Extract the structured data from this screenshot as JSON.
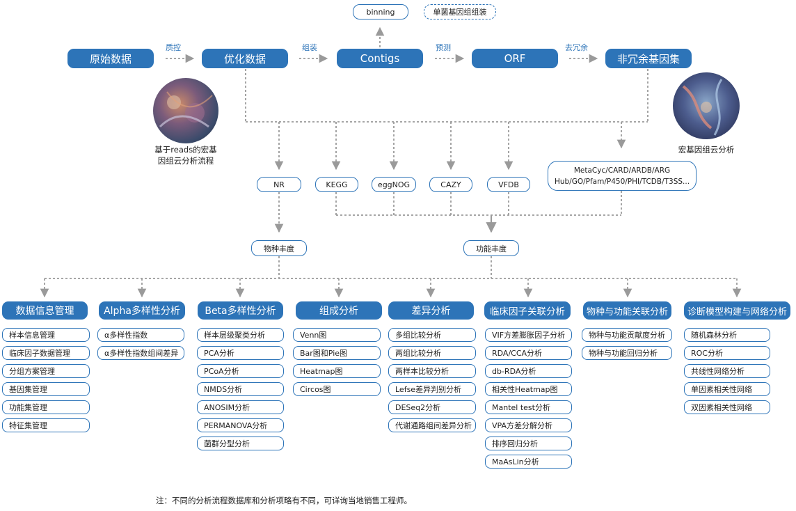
{
  "pipeline": {
    "raw": "原始数据",
    "optimized": "优化数据",
    "contigs": "Contigs",
    "orf": "ORF",
    "nonredundant": "非冗余基因集"
  },
  "arrows": {
    "qc": "质控",
    "assembly": "组装",
    "predict": "预测",
    "dedup": "去冗余"
  },
  "top": {
    "binning": "binning",
    "single": "单菌基因组组装"
  },
  "captions": {
    "left_line1": "基于reads的宏基",
    "left_line2": "因组云分析流程",
    "right": "宏基因组云分析"
  },
  "databases": {
    "nr": "NR",
    "kegg": "KEGG",
    "eggnog": "eggNOG",
    "cazy": "CAZY",
    "vfdb": "VFDB",
    "multi_line1": "MetaCyc/CARD/ARDB/ARG",
    "multi_line2": "Hub/GO/Pfam/P450/PHI/TCDB/T3SS..."
  },
  "abundance": {
    "species": "物种丰度",
    "function": "功能丰度"
  },
  "categories": [
    {
      "title": "数据信息管理",
      "items": [
        "样本信息管理",
        "临床因子数据管理",
        "分组方案管理",
        "基因集管理",
        "功能集管理",
        "特征集管理"
      ]
    },
    {
      "title": "Alpha多样性分析",
      "items": [
        "α多样性指数",
        "α多样性指数组间差异"
      ]
    },
    {
      "title": "Beta多样性分析",
      "items": [
        "样本层级聚类分析",
        "PCA分析",
        "PCoA分析",
        "NMDS分析",
        "ANOSIM分析",
        "PERMANOVA分析",
        "菌群分型分析"
      ]
    },
    {
      "title": "组成分析",
      "items": [
        "Venn图",
        "Bar图和Pie图",
        "Heatmap图",
        "Circos图"
      ]
    },
    {
      "title": "差异分析",
      "items": [
        "多组比较分析",
        "两组比较分析",
        "两样本比较分析",
        "Lefse差异判别分析",
        "DESeq2分析",
        "代谢通路组间差异分析"
      ]
    },
    {
      "title": "临床因子关联分析",
      "items": [
        "VIF方差膨胀因子分析",
        "RDA/CCA分析",
        "db-RDA分析",
        "相关性Heatmap图",
        "Mantel test分析",
        "VPA方差分解分析",
        "排序回归分析",
        "MaAsLin分析"
      ]
    },
    {
      "title": "物种与功能关联分析",
      "items": [
        "物种与功能贡献度分析",
        "物种与功能回归分析"
      ]
    },
    {
      "title": "诊断模型构建与网络分析",
      "items": [
        "随机森林分析",
        "ROC分析",
        "共线性网络分析",
        "单因素相关性网络",
        "双因素相关性网络"
      ]
    }
  ],
  "note": "注：不同的分析流程数据库和分析项略有不同，可详询当地销售工程师。",
  "colors": {
    "primary": "#2d74b8",
    "connector": "#9a9a9a"
  }
}
